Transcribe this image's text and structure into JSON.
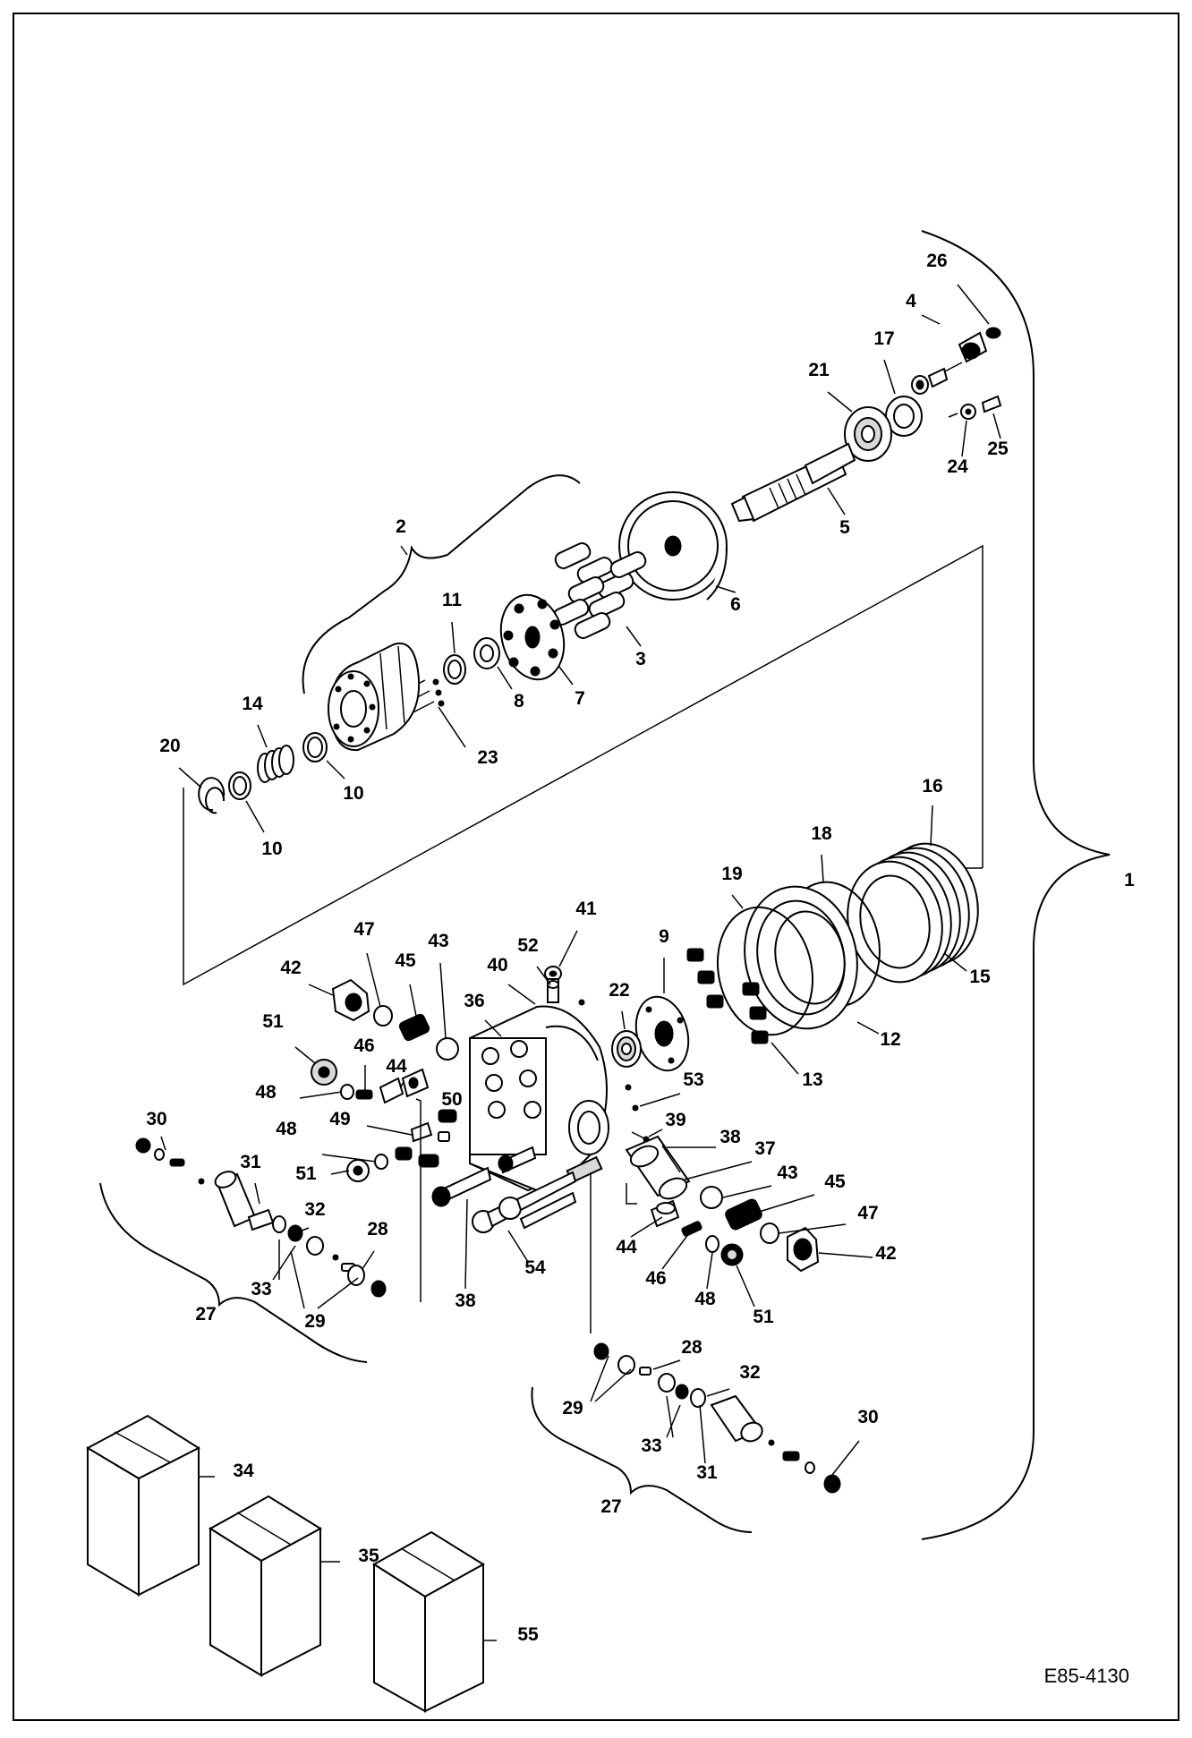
{
  "diagram": {
    "reference_code": "E85-4130",
    "callouts": [
      "1",
      "2",
      "3",
      "4",
      "5",
      "6",
      "7",
      "8",
      "9",
      "10",
      "10",
      "11",
      "12",
      "13",
      "14",
      "15",
      "16",
      "17",
      "18",
      "19",
      "20",
      "21",
      "22",
      "23",
      "24",
      "25",
      "26",
      "27",
      "27",
      "28",
      "28",
      "29",
      "29",
      "30",
      "30",
      "31",
      "31",
      "32",
      "32",
      "33",
      "33",
      "34",
      "35",
      "36",
      "37",
      "38",
      "38",
      "39",
      "40",
      "41",
      "42",
      "42",
      "43",
      "43",
      "44",
      "44",
      "45",
      "45",
      "46",
      "46",
      "47",
      "47",
      "48",
      "48",
      "48",
      "49",
      "50",
      "51",
      "51",
      "51",
      "52",
      "53",
      "54",
      "55"
    ]
  }
}
